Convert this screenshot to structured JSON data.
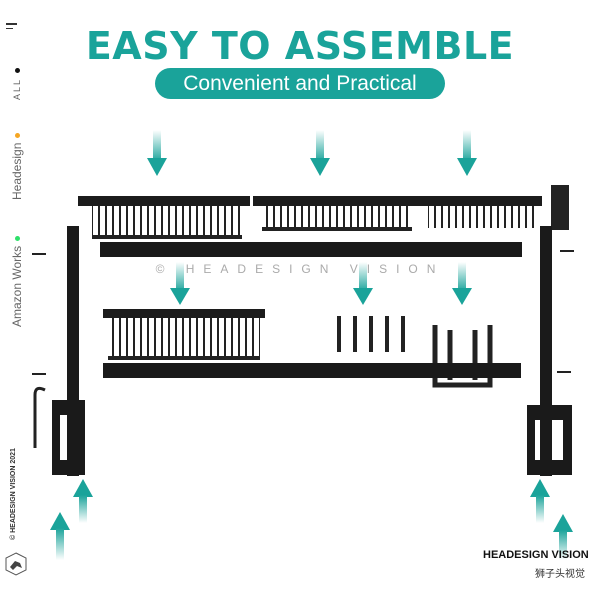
{
  "nav": {
    "menu_icon": "hamburger-icon",
    "items": [
      {
        "label": "ALL",
        "dot_color": "#111111"
      },
      {
        "label": "Headesign",
        "dot_color": "#f5a623"
      },
      {
        "label": "Amazon Works",
        "dot_color": "#2ee06a"
      }
    ],
    "copyright": "© HEADESIGN VISION 2021"
  },
  "hero": {
    "title": "EASY TO ASSEMBLE",
    "subtitle": "Convenient and Practical",
    "watermark": "© HEADESIGN VISION",
    "accent": "#1aa39a"
  },
  "brand": {
    "name": "HEADESIGN VISION",
    "name_cn": "狮子头视觉"
  }
}
